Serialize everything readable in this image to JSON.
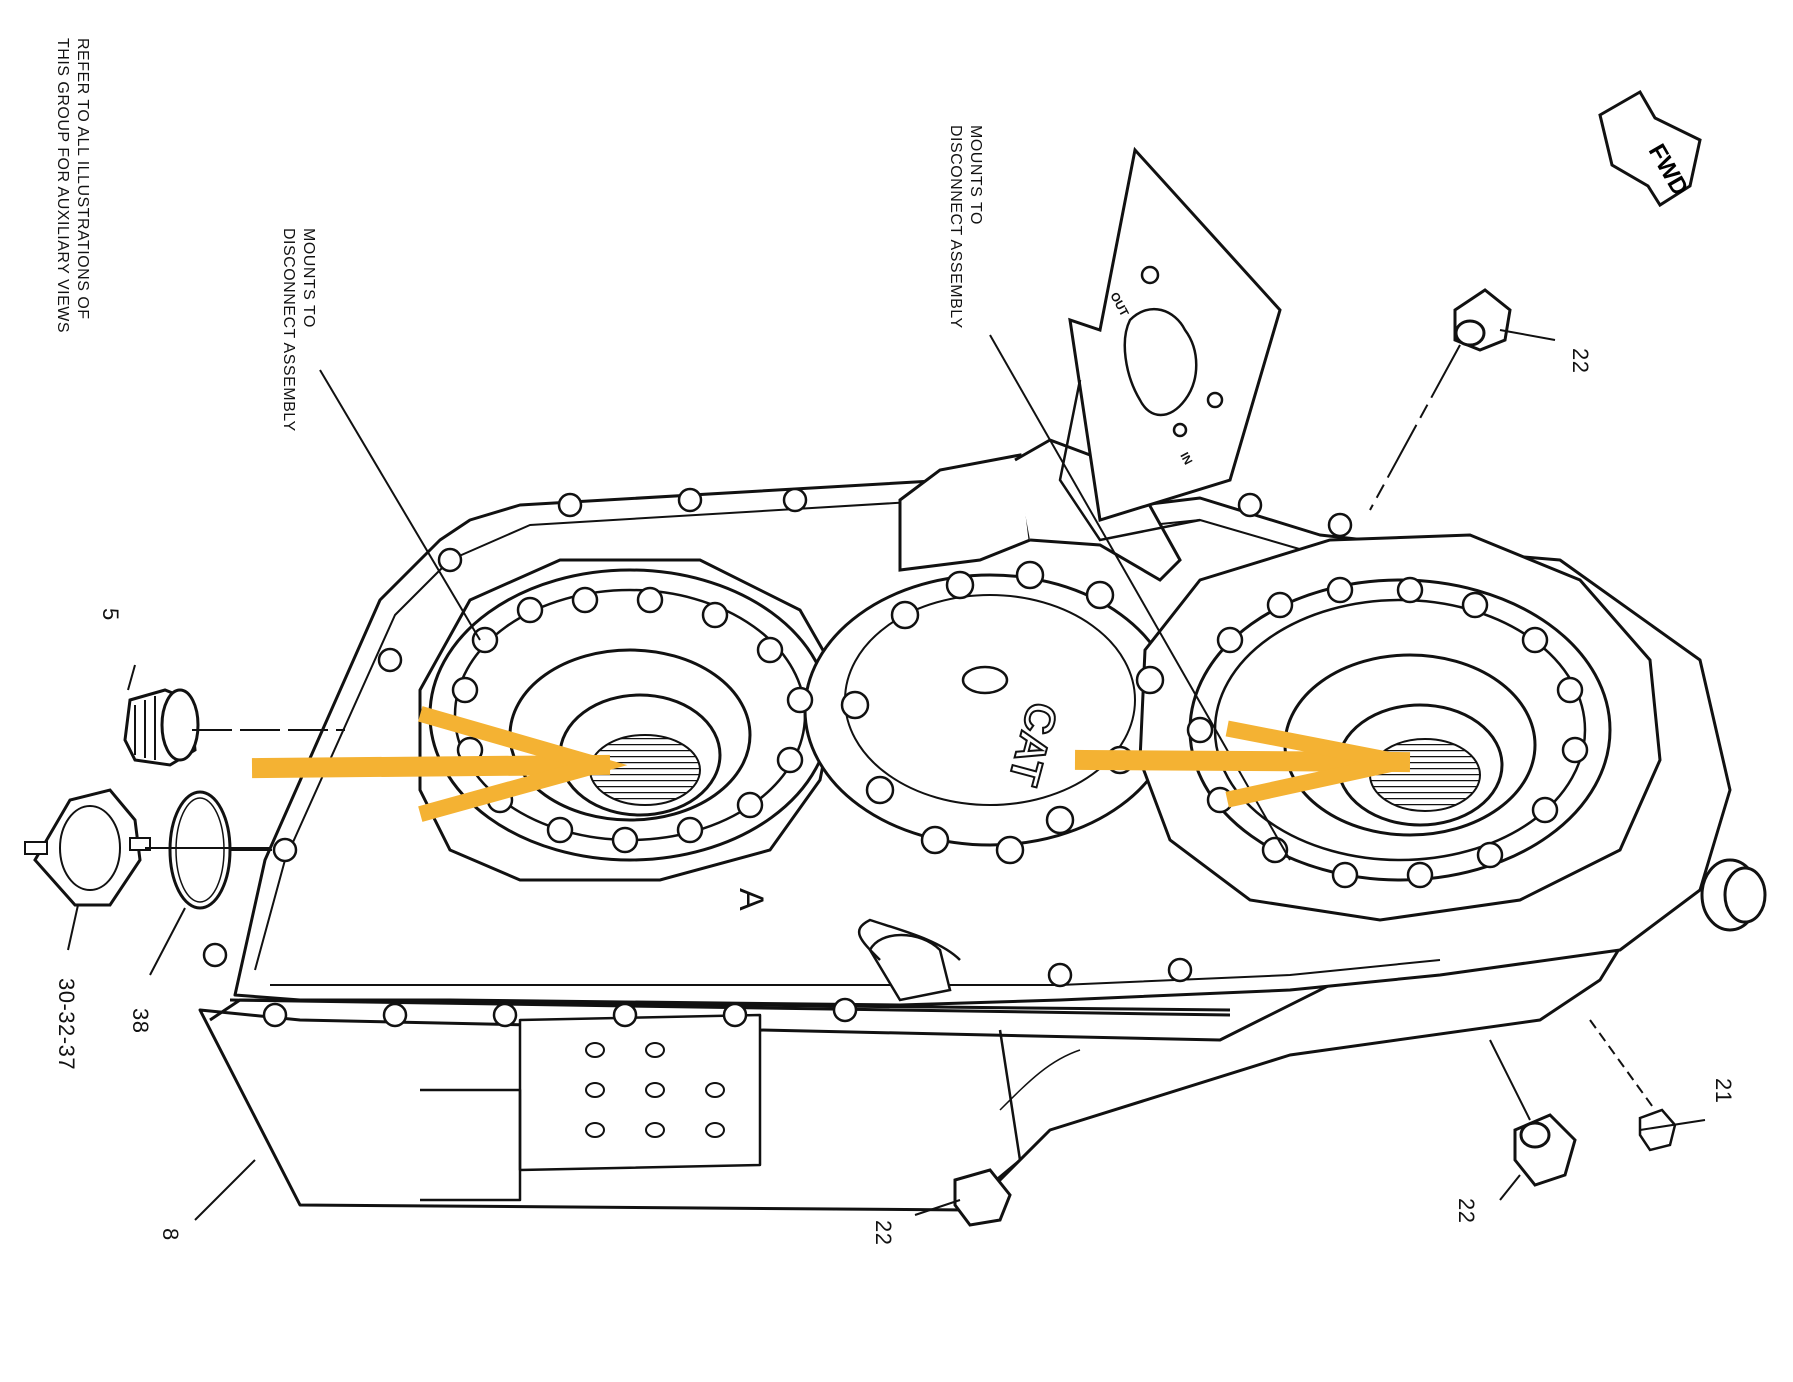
{
  "notes": {
    "refer": [
      "REFER TO ALL ILLUSTRATIONS OF",
      "THIS GROUP FOR AUXILIARY VIEWS"
    ],
    "mounts_left": [
      "MOUNTS TO",
      "DISCONNECT ASSEMBLY"
    ],
    "mounts_right": [
      "MOUNTS TO",
      "DISCONNECT ASSEMBLY"
    ]
  },
  "direction_label": "FWD",
  "view_label": "A",
  "logo_text": "CAT",
  "plate_text": {
    "out": "OUT",
    "in": "IN"
  },
  "callouts": {
    "c5": "5",
    "c8": "8",
    "c21": "21",
    "c22_top": "22",
    "c22_bottom_mid": "22",
    "c22_bottom_right": "22",
    "c30": "30-32-37",
    "c38": "38"
  },
  "colors": {
    "arrow": "#F4B233",
    "line": "#111111",
    "paper": "#ffffff"
  }
}
